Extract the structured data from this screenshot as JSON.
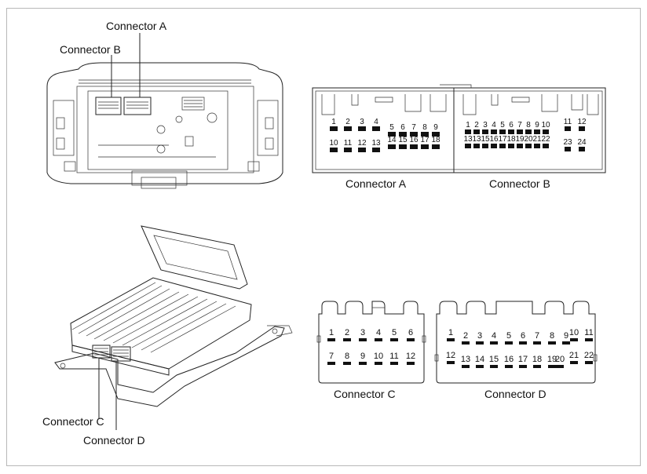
{
  "callouts": {
    "connector_a": "Connector A",
    "connector_b": "Connector B",
    "connector_c": "Connector C",
    "connector_d": "Connector D"
  },
  "connectors": {
    "a": {
      "caption": "Connector A",
      "row1": [
        "1",
        "2",
        "3",
        "4",
        "5",
        "6",
        "7",
        "8",
        "9"
      ],
      "row2": [
        "10",
        "11",
        "12",
        "13",
        "14",
        "15",
        "16",
        "17",
        "18"
      ]
    },
    "b": {
      "caption": "Connector B",
      "row1": [
        "1",
        "2",
        "3",
        "4",
        "5",
        "6",
        "7",
        "8",
        "9",
        "10",
        "11",
        "12"
      ],
      "row2": [
        "13",
        "13",
        "15",
        "16",
        "17",
        "18",
        "19",
        "20",
        "21",
        "22",
        "23",
        "24"
      ]
    },
    "c": {
      "caption": "Connector C",
      "row1": [
        "1",
        "2",
        "3",
        "4",
        "5",
        "6"
      ],
      "row2": [
        "7",
        "8",
        "9",
        "10",
        "11",
        "12"
      ]
    },
    "d": {
      "caption": "Connector D",
      "row1": [
        "1",
        "2",
        "3",
        "4",
        "5",
        "6",
        "7",
        "8",
        "9",
        "10",
        "11"
      ],
      "row2": [
        "12",
        "13",
        "14",
        "15",
        "16",
        "17",
        "18",
        "19",
        "20",
        "21",
        "22"
      ]
    }
  }
}
